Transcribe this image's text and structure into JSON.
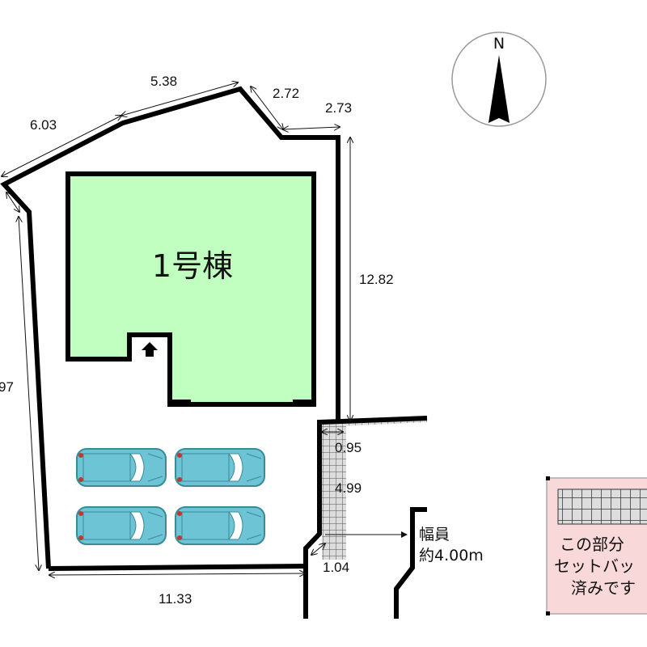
{
  "building": {
    "label": "1号棟",
    "fill_color": "#c0ffc0",
    "entrance_icon": "arrow-up-icon"
  },
  "compass": {
    "label": "N"
  },
  "dimensions": {
    "d1": "6.03",
    "d2": "5.38",
    "d3": "2.72",
    "d4": "2.73",
    "d5": "12.82",
    "d6": "97",
    "d7": "0.95",
    "d8": "4.99",
    "d9": "1.04",
    "d10": "11.33"
  },
  "road": {
    "line1": "幅員",
    "line2": "約4.00m"
  },
  "legend": {
    "lines": [
      "この部分",
      "セットバッ",
      "済みです"
    ],
    "fill_color": "#f8d8d8"
  },
  "parking": {
    "cars": 4,
    "car_color": "#6cc4d4"
  }
}
